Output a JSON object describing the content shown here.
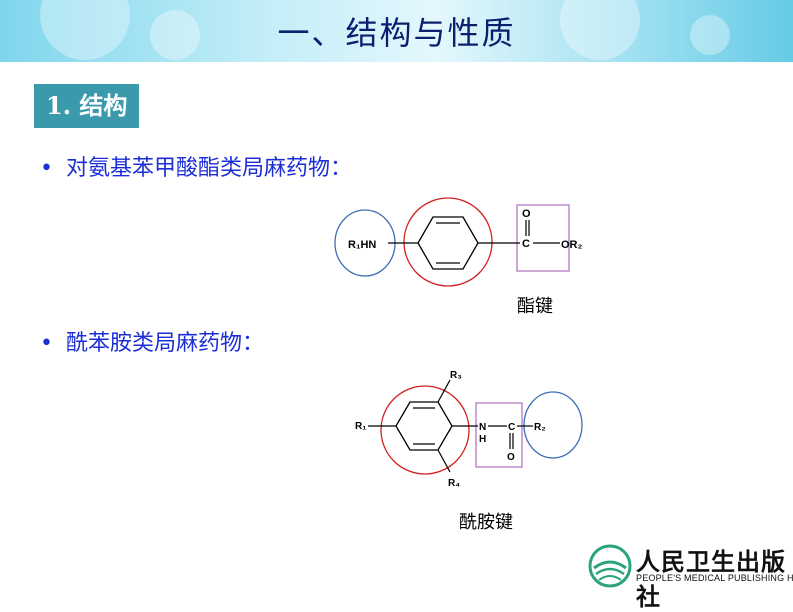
{
  "header": {
    "title": "一、结构与性质"
  },
  "section": {
    "label": "1. 结构"
  },
  "bullets": [
    {
      "marker": "•",
      "text": "对氨基苯甲酸酯类局麻药物："
    },
    {
      "marker": "•",
      "text": "酰苯胺类局麻药物："
    }
  ],
  "structure1": {
    "amine": "R₁HN",
    "carbonyl_o": "O",
    "carbon": "C",
    "ester_o": "OR₂",
    "caption": "酯键"
  },
  "structure2": {
    "r1": "R₁",
    "r2": "R₂",
    "r3": "R₃",
    "r4": "R₄",
    "n": "N",
    "h": "H",
    "c": "C",
    "o": "O",
    "caption": "酰胺键"
  },
  "logo": {
    "cn": "人民卫生出版社",
    "en": "PEOPLE'S MEDICAL PUBLISHING HOUSE"
  },
  "colors": {
    "title": "#0a1f6e",
    "bullet": "#1c2fd6",
    "section_bg": "#3a9aab",
    "circle_blue": "#3b6fb5",
    "circle_red": "#d21f1f",
    "box_purple": "#b27ac0"
  }
}
